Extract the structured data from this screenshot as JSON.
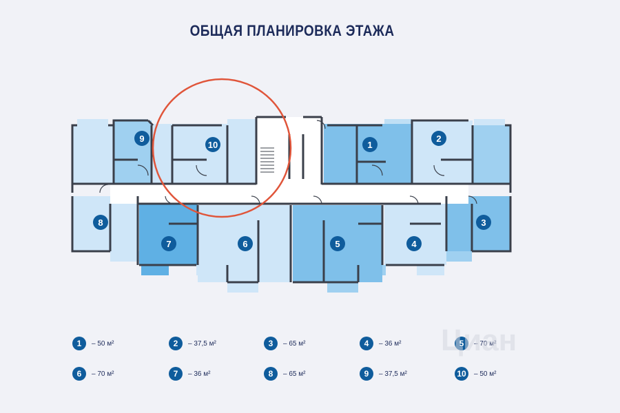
{
  "title": "ОБЩАЯ ПЛАНИРОВКА ЭТАЖА",
  "colors": {
    "background": "#f1f2f7",
    "wall": "#3a3f4a",
    "apartment_light": "#cfe6f8",
    "apartment_mid": "#9fd0f0",
    "apartment_dark": "#5fb0e4",
    "corridor": "#ffffff",
    "badge": "#0f5c9c",
    "highlight_circle": "#e0553a"
  },
  "plan": {
    "apartment_labels": [
      "1",
      "2",
      "3",
      "4",
      "5",
      "6",
      "7",
      "8",
      "9",
      "10"
    ],
    "highlighted_apartment": "10"
  },
  "legend": [
    {
      "num": "1",
      "area": "– 50 м²"
    },
    {
      "num": "2",
      "area": "– 37,5 м²"
    },
    {
      "num": "3",
      "area": "– 65 м²"
    },
    {
      "num": "4",
      "area": "– 36 м²"
    },
    {
      "num": "5",
      "area": "– 70 м²"
    },
    {
      "num": "6",
      "area": "– 70 м²"
    },
    {
      "num": "7",
      "area": "– 36 м²"
    },
    {
      "num": "8",
      "area": "– 65 м²"
    },
    {
      "num": "9",
      "area": "– 37,5 м²"
    },
    {
      "num": "10",
      "area": "– 50 м²"
    }
  ],
  "watermark": "Циан"
}
